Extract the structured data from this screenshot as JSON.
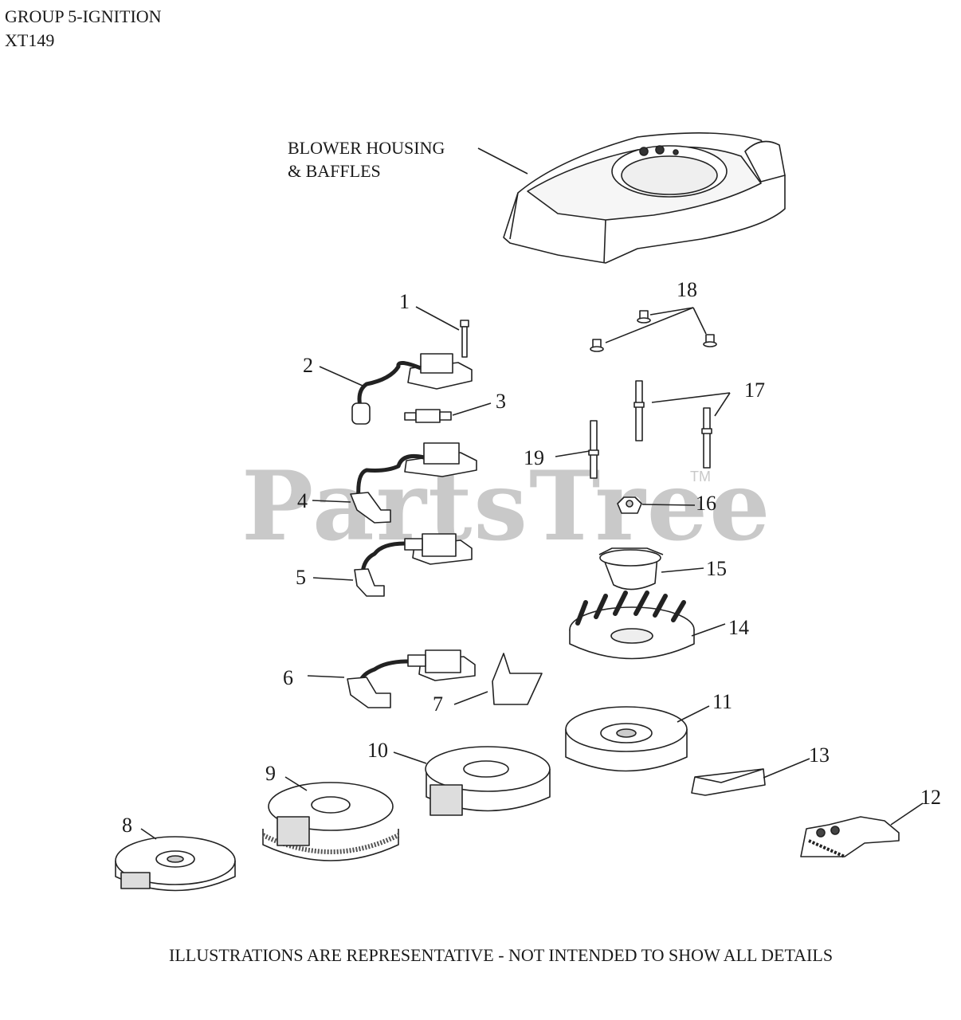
{
  "header": {
    "title": "GROUP 5-IGNITION",
    "model": "XT149"
  },
  "blower_label": {
    "line1": "BLOWER HOUSING",
    "line2": "& BAFFLES"
  },
  "callouts": {
    "c1": "1",
    "c2": "2",
    "c3": "3",
    "c4": "4",
    "c5": "5",
    "c6": "6",
    "c7": "7",
    "c8": "8",
    "c9": "9",
    "c10": "10",
    "c11": "11",
    "c12": "12",
    "c13": "13",
    "c14": "14",
    "c15": "15",
    "c16": "16",
    "c17": "17",
    "c18": "18",
    "c19": "19"
  },
  "watermark": {
    "text": "PartsTree",
    "tm": "TM"
  },
  "footer": "ILLUSTRATIONS ARE REPRESENTATIVE - NOT INTENDED TO SHOW ALL DETAILS"
}
